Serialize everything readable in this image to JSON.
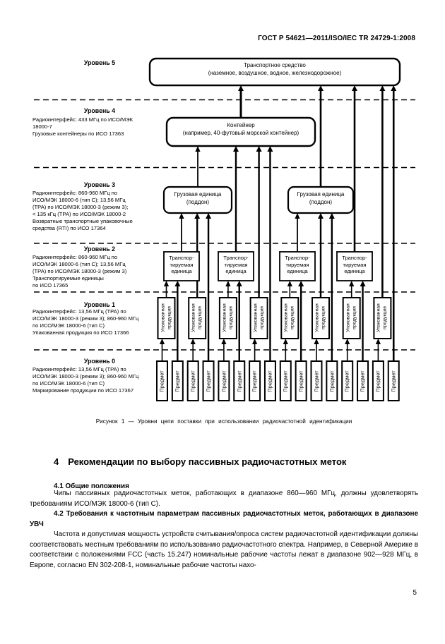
{
  "theme": {
    "paper": "#ffffff",
    "ink": "#000000"
  },
  "header": {
    "standard_ref": "ГОСТ Р 54621—2011/ISO/IEC TR 24729-1:2008"
  },
  "figure": {
    "caption": "Рисунок 1 — Уровни цепи поставки при использовании радиочастотной идентификации",
    "levels": [
      {
        "label": "Уровень 5",
        "side_text": "",
        "box_label": "Транспортное средство\n(наземное, воздушное, водное, железнодорожное)"
      },
      {
        "label": "Уровень 4",
        "side_text": "Радиоинтерфейс: 433 МГц по ИСО/МЭК\n18000-7\nГрузовые контейнеры по ИСО 17363",
        "box_label": "Контейнер\n(например, 40-футовый морской контейнер)"
      },
      {
        "label": "Уровень 3",
        "side_text": "Радиоинтерфейс: 860-960 МГц по\nИСО/МЭК 18000-6 (тип С); 13,56 МГц\n(ТРА) по ИСО/МЭК 18000-3 (режим 3);\n< 135 кГц (ТРА) по ИСО/МЭК 18000-2\nВозвратные транспортные упаковочные\nсредства (RTI) по ИСО 17364",
        "box_label": "Грузовая единица\n(поддон)"
      },
      {
        "label": "Уровень 2",
        "side_text": "Радиоинтерфейс: 860-960 МГц по\nИСО/МЭК 18000-6 (тип С); 13,56 МГц\n(ТРА) по ИСО/МЭК 18000-3 (режим 3)\nТранспортируемые единицы\nпо ИСО 17365",
        "box_label": "Транспор-\nтируемая\nединица"
      },
      {
        "label": "Уровень 1",
        "side_text": "Радиоинтерфейс: 13,56 МГц (ТРА) по\nИСО/МЭК 18000-3 (режим 3); 860-960 МГц\nпо ИСО/МЭК 18000-6 (тип С)\nУпакованная продукция по ИСО 17366",
        "box_label": "Упакованная\nпродукция"
      },
      {
        "label": "Уровень 0",
        "side_text": "Радиоинтерфейс: 13,56 МГц (ТРА) по\nИСО/МЭК 18000-3 (режим 3); 860-960 МГц\nпо ИСО/МЭК 18000-6 (тип С)\nМаркирование продукции по ИСО 17367",
        "box_label": "Предмет"
      }
    ],
    "counts": {
      "items": 16,
      "packages": 8,
      "transport_units": 4,
      "pallets": 2,
      "containers": 1,
      "vehicles": 1
    }
  },
  "section": {
    "number": "4",
    "title": "Рекомендации по выбору пассивных радиочастотных меток",
    "sub1_heading": "4.1 Общие положения",
    "sub1_text": "Чипы пассивных радиочастотных меток, работающих в диапазоне 860—960 МГц, должны удовлетворять требованиям ИСО/МЭК 18000-6 (тип С).",
    "sub2_heading": "4.2 Требования к частотным параметрам пассивных радиочастотных меток, работающих в диапазоне УВЧ",
    "sub2_text": "Частота и допустимая мощность устройств считывания/опроса систем радиочастотной идентификации должны соответствовать местным требованиям по использованию радиочастотного спектра. Например, в Северной Америке в соответствии с положениями FCC (часть 15.247) номинальные рабочие частоты лежат в диапазоне 902—928 МГц, в Европе, согласно EN 302-208-1, номинальные рабочие частоты нахо-"
  },
  "footer": {
    "page_number": "5"
  }
}
